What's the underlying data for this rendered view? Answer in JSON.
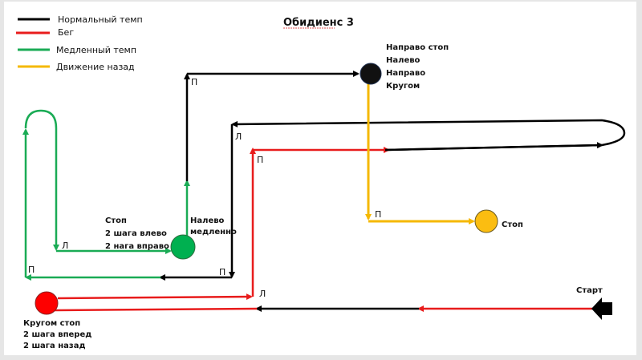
{
  "title": "Обидиенс 3",
  "colors": {
    "normal": "#000000",
    "run": "#e81c1c",
    "slow": "#1aab55",
    "back": "#f5b800"
  },
  "legend": [
    {
      "label": "Нормальный темп",
      "color": "#000000"
    },
    {
      "label": "Бег",
      "color": "#e81c1c"
    },
    {
      "label": "Медленный темп",
      "color": "#1aab55"
    },
    {
      "label": "Движение назад",
      "color": "#f5b800"
    }
  ],
  "nodes": {
    "start": {
      "label": "Старт"
    },
    "red_stop": {
      "lines": [
        "Кругом стоп",
        "2 шага вперед",
        "2 шага назад"
      ]
    },
    "green_stop": {
      "lines": [
        "Стоп",
        "2 шага влево",
        "2 нага вправо"
      ]
    },
    "green_turn": {
      "lines": [
        "Налево",
        "медленно"
      ]
    },
    "black_stop": {
      "lines": [
        "Направо стоп",
        "Налево",
        "Направо",
        "Кругом"
      ]
    },
    "yellow_stop": {
      "label": "Стоп"
    }
  },
  "turn_marks": {
    "left": "Л",
    "right": "П"
  }
}
